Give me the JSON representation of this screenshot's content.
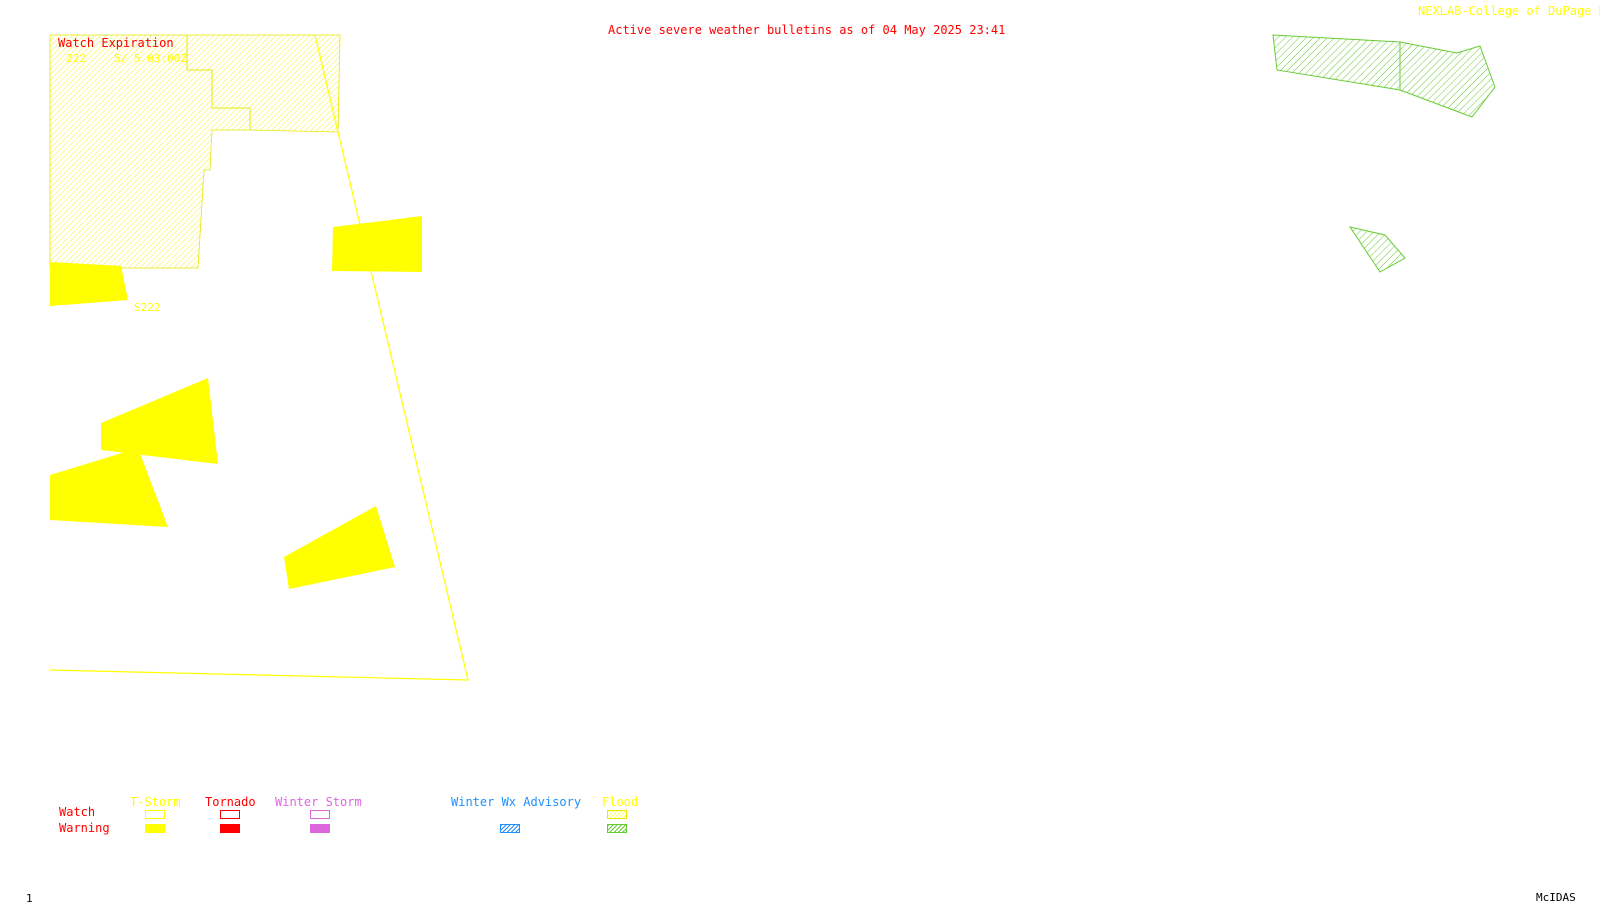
{
  "header": {
    "title": "Active severe weather bulletins as of 04 May 2025 23:41",
    "credit": "NEXLAB-College of DuPage R"
  },
  "watch_expiration": {
    "heading": "Watch Expiration",
    "entry_id": "222",
    "entry_time": "5/ 5 03:00Z"
  },
  "watch_box_label": "S222",
  "legend": {
    "row_labels": {
      "watch": "Watch",
      "warning": "Warning"
    },
    "categories": {
      "tstorm": "T-Storm",
      "tornado": "Tornado",
      "winter_storm": "Winter Storm",
      "winter_wx_advisory": "Winter Wx Advisory",
      "flood": "Flood"
    }
  },
  "footer": {
    "frame_number": "1",
    "software": "McIDAS"
  },
  "colors": {
    "title_red": "#ff0000",
    "tstorm_yellow": "#ffff00",
    "tornado_red": "#ff0000",
    "winter_storm_violet": "#dd66dd",
    "winter_advisory_blue": "#1e90ff",
    "flood_green": "#66cc33",
    "credit_yellow": "#ffff00"
  }
}
